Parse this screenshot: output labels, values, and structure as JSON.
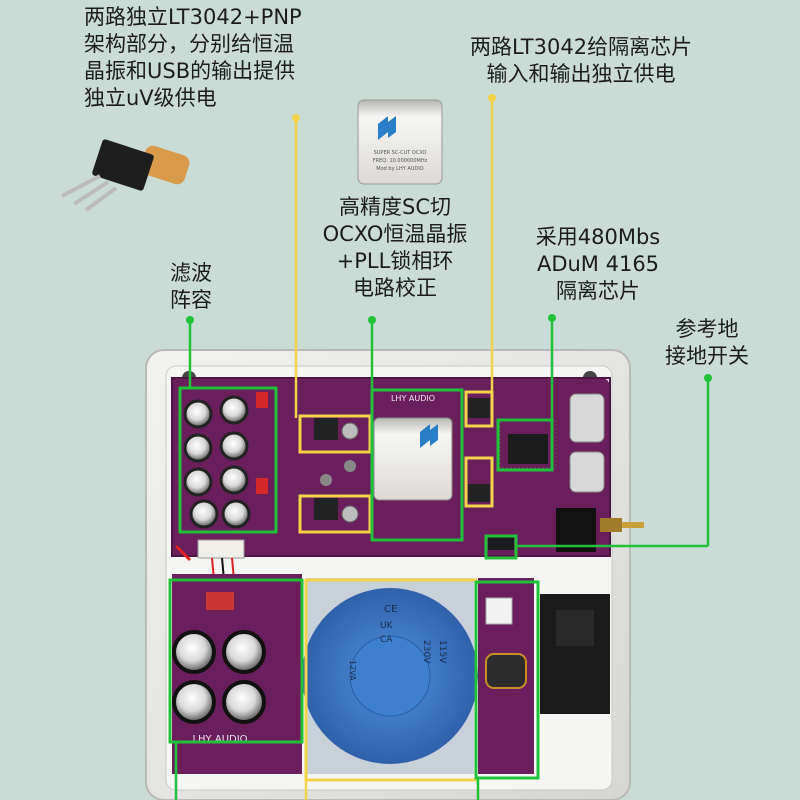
{
  "annotations": {
    "ldo_pnp": [
      "两路独立LT3042+PNP",
      "架构部分，分别给恒温",
      "晶振和USB的输出提供",
      "独立uV级供电"
    ],
    "isolator_power": [
      "两路LT3042给隔离芯片",
      "输入和输出独立供电"
    ],
    "ocxo": [
      "高精度SC切",
      "OCXO恒温晶振",
      "+PLL锁相环",
      "电路校正"
    ],
    "adum": [
      "采用480Mbs",
      "ADuM 4165",
      "隔离芯片"
    ],
    "filter_caps": [
      "滤波",
      "阵容"
    ],
    "ground_switch": [
      "参考地",
      "接地开关"
    ]
  },
  "board": {
    "brand": "LHY AUDIO",
    "crystal_text": [
      "SUPER SC-CUT OCXO",
      "FREQ: 10.000000MHz",
      "Mod by LHY AUDIO"
    ]
  },
  "transformer": {
    "labels": [
      "230V",
      "115V",
      "CE",
      "UK",
      "CA",
      "12VA"
    ]
  },
  "colors": {
    "background": "#c9ddd6",
    "pcb": "#6a1f5c",
    "highlight_green": "#21c23a",
    "highlight_yellow": "#f2d34a",
    "chassis": "#e4e4e2",
    "transformer": "#3a78c9"
  }
}
